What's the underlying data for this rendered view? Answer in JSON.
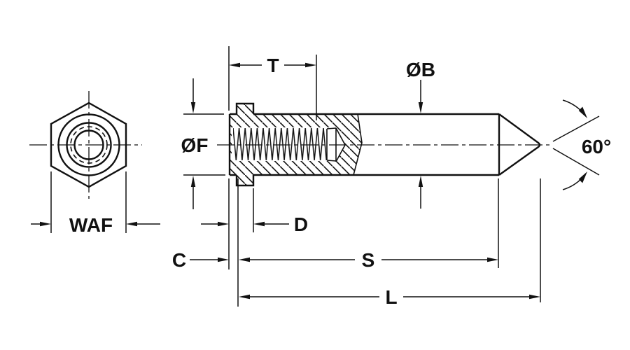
{
  "drawing": {
    "description": "fastener-technical-drawing",
    "background_color": "#ffffff",
    "line_color": "#111111",
    "views": {
      "end_view": "hex-head-front-view",
      "side_view": "sectioned-side-view"
    },
    "labels": {
      "t": "T",
      "dia_b": "ØB",
      "dia_f": "ØF",
      "waf": "WAF",
      "c": "C",
      "d": "D",
      "s": "S",
      "l": "L",
      "angle": "60°"
    }
  }
}
